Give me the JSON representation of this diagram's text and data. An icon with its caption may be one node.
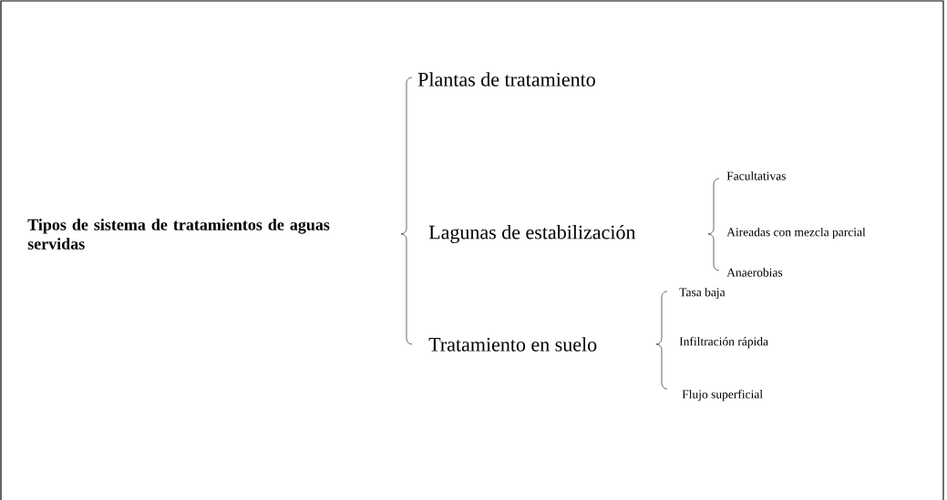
{
  "diagram": {
    "labels": [
      "Tipos de sistema de tratamientos de aguas servidas",
      "Plantas de tratamiento",
      "Lagunas de estabilización",
      "Facultativas",
      "Aireadas con mezcla parcial",
      "Anaerobias",
      "Tratamiento en suelo",
      "Tasa baja",
      "Infiltración rápida",
      "Flujo superficial"
    ]
  }
}
